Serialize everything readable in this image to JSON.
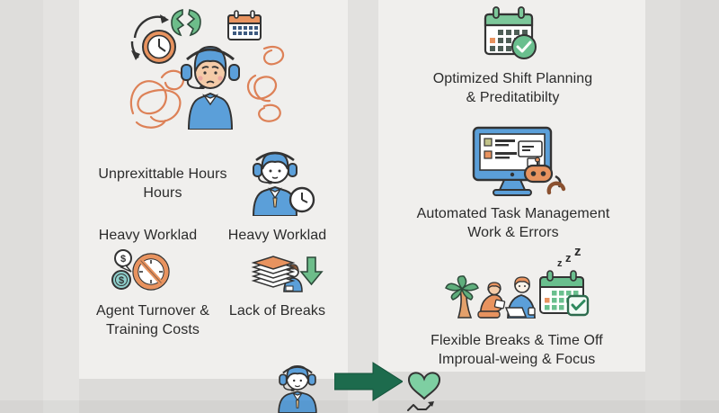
{
  "colors": {
    "page_bg": "#dcdbd9",
    "panel_bg": "#f0efed",
    "text": "#2b2b2b",
    "blue": "#5b9fd9",
    "orange": "#e0884f",
    "green": "#6abf8e",
    "dark_green": "#1d6b4d",
    "teal": "#8fd0cc"
  },
  "left_panel": {
    "unpredictable_line1": "Unprexittable Hours",
    "unpredictable_line2": "Hours",
    "heavy_workload_left": "Heavy Worklad",
    "heavy_workload_right": "Heavy Worklad",
    "turnover_line1": "Agent Turnover &",
    "turnover_line2": "Training Costs",
    "lack_of_breaks": "Lack of Breaks",
    "dollar_sign_bubble": "$",
    "dollar_sign_coin": "$"
  },
  "right_panel": {
    "shift_line1": "Optimized Shift Planning",
    "shift_line2": "& Preditatibilty",
    "task_line1": "Automated Task Management",
    "task_line2": "Work & Errors",
    "breaks_line1": "Flexible Breaks & Time Off",
    "breaks_line2": "Improual-weing & Focus",
    "sleep_z1": "z",
    "sleep_z2": "z",
    "sleep_z3": "z"
  },
  "icons": [
    "refresh-clock-icon",
    "broken-pieces-icon",
    "calendar-icon",
    "stressed-agent-icon",
    "scribble-icon",
    "agent-clock-icon",
    "money-ban-icon",
    "paper-stack-down-icon",
    "calendar-check-icon",
    "monitor-robot-icon",
    "palm-tree-icon",
    "sitting-person-icon",
    "person-laptop-icon",
    "sleep-calendar-icon",
    "agent-icon",
    "arrow-right-icon",
    "heart-growth-icon"
  ]
}
